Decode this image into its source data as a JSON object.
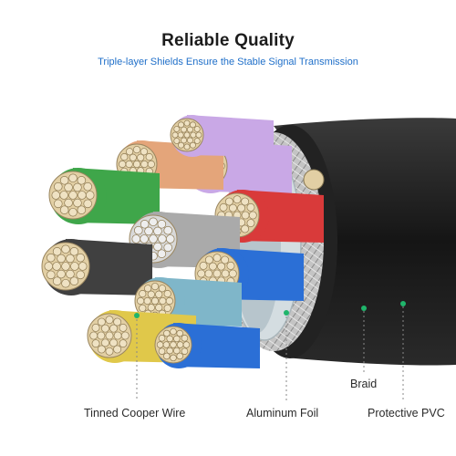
{
  "header": {
    "title": "Reliable Quality",
    "subtitle": "Triple-layer Shields Ensure the Stable Signal Transmission"
  },
  "callouts": {
    "wire": "Tinned Cooper Wire",
    "foil": "Aluminum Foil",
    "braid": "Braid",
    "pvc": "Protective PVC"
  },
  "colors": {
    "jacket": "#1e1e1e",
    "braid": "#bfbfbf",
    "foil": "#c9d6dc",
    "copper": "#e2cfa4",
    "accent_dot": "#1fb56b",
    "subtitle": "#1f6fc9",
    "inner_wires": [
      "#c9a8e6",
      "#e4a57a",
      "#3fa64a",
      "#d93a3a",
      "#aaaaaa",
      "#404040",
      "#2b6fd6",
      "#7fb6c9",
      "#e0c84a"
    ]
  }
}
